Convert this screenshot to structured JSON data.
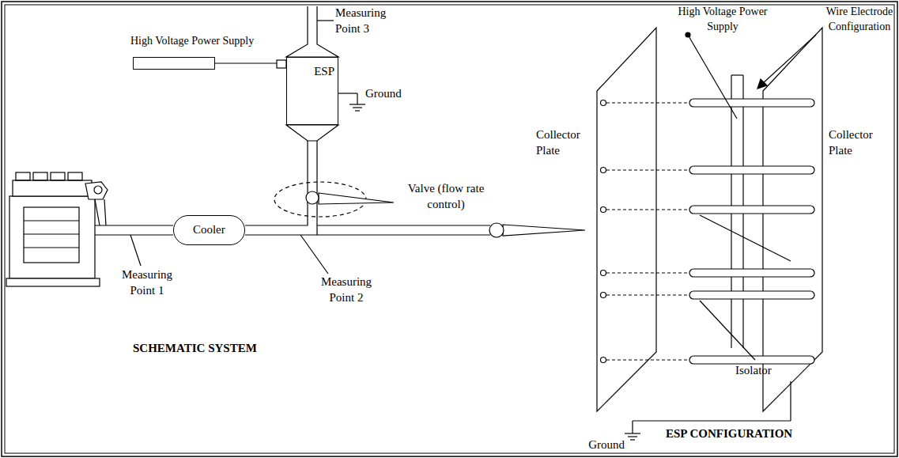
{
  "diagram": {
    "nodes": [
      {
        "text": [
          "High Voltage Power Supply"
        ]
      },
      {
        "text": [
          "ESP"
        ]
      },
      {
        "text": [
          "Cooler"
        ]
      }
    ],
    "edges": [
      {
        "from": 0,
        "to": 1,
        "arrow": "none"
      },
      {
        "from": 2,
        "to": 1,
        "arrow": "none"
      }
    ],
    "labels": [
      "Measuring Point 3",
      "Ground",
      "Valve (flow rate control)",
      "Measuring Point 2",
      "Measuring Point 1",
      "SCHEMATIC SYSTEM",
      "High Voltage Power Supply",
      "Wire Electrode Configuration",
      "Collector Plate",
      "Collector Plate",
      "Isolator",
      "Ground",
      "ESP CONFIGURATION"
    ]
  }
}
